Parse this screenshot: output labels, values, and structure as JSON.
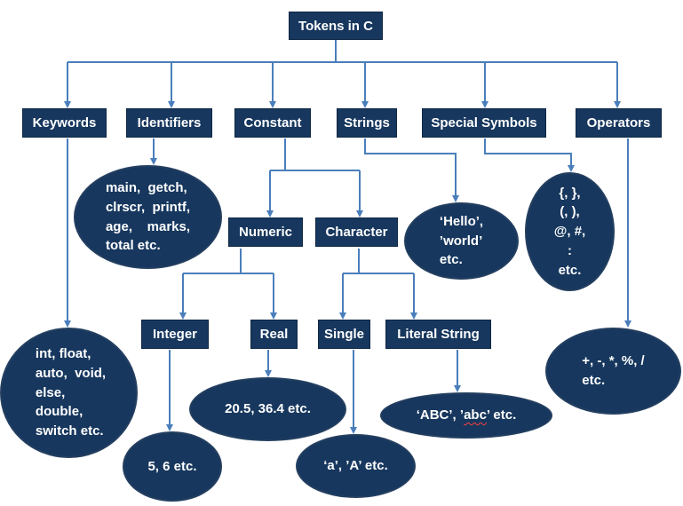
{
  "root": "Tokens in C",
  "categories": {
    "keywords": "Keywords",
    "identifiers": "Identifiers",
    "constant": "Constant",
    "strings": "Strings",
    "special_symbols": "Special Symbols",
    "operators": "Operators"
  },
  "subcategories": {
    "numeric": "Numeric",
    "character": "Character",
    "integer": "Integer",
    "real": "Real",
    "single": "Single",
    "literal_string": "Literal String"
  },
  "examples": {
    "identifiers": "main,  getch,\nclrscr,  printf,\nage,    marks,\ntotal etc.",
    "strings": "‘Hello’,\n’world’\netc.",
    "special_symbols": "{, },\n(, ),\n@, #,\n:\netc.",
    "keywords": "int, float,\nauto,  void,\nelse,\ndouble,\nswitch etc.",
    "real": "20.5, 36.4 etc.",
    "literal_string_pre": "‘ABC’, ’",
    "literal_string_word": "abc",
    "literal_string_post": "’ etc.",
    "operators": "+, -, *, %, /\netc.",
    "integer": "5, 6 etc.",
    "single": "‘a’, ’A’ etc."
  },
  "colors": {
    "node_fill": "#17375e",
    "connector": "#4a7ebb",
    "text": "#ffffff"
  }
}
